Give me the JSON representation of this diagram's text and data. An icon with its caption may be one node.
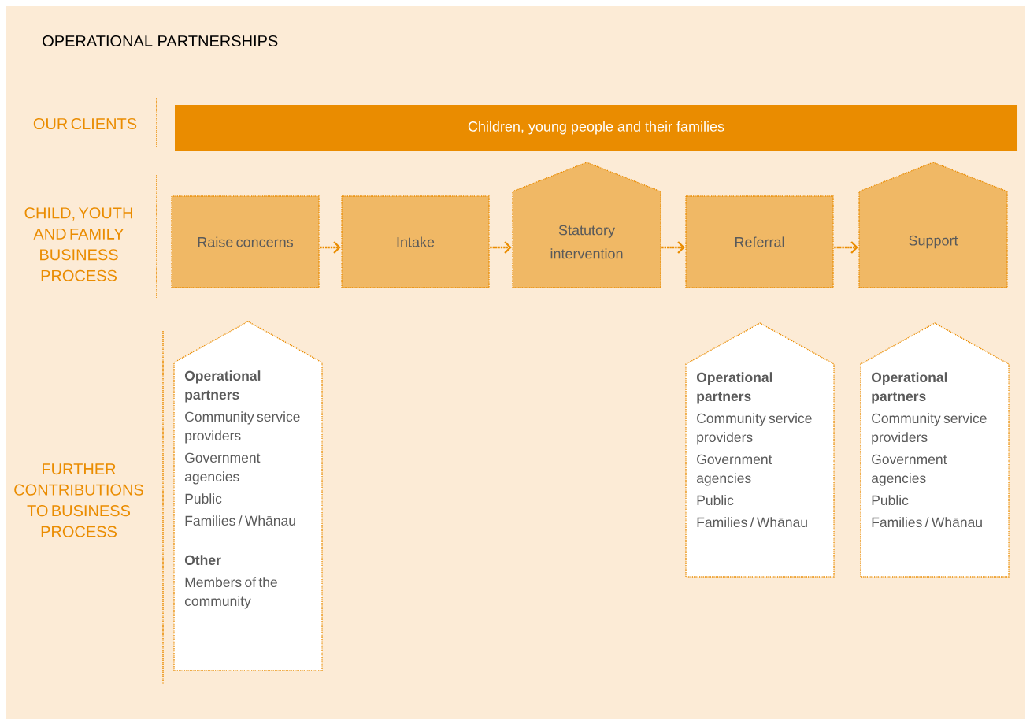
{
  "diagram": {
    "title": "OPERATIONAL PARTNERSHIPS",
    "nodes": [
      {
        "text": [
          "Children, young people and their families"
        ]
      },
      {
        "text": [
          "Raise concerns"
        ]
      },
      {
        "text": [
          "Intake"
        ]
      },
      {
        "text": [
          "Statutory intervention"
        ]
      },
      {
        "text": [
          "Referral"
        ]
      },
      {
        "text": [
          "Support"
        ]
      },
      {
        "text": [
          "Operational partners",
          "Community service providers",
          "Government agencies",
          "Public",
          "Families / Whānau",
          "Other",
          "Members of the community"
        ]
      },
      {
        "text": [
          "Operational partners",
          "Community service providers",
          "Government agencies",
          "Public",
          "Families / Whānau"
        ]
      },
      {
        "text": [
          "Operational partners",
          "Community service providers",
          "Government agencies",
          "Public",
          "Families / Whānau"
        ]
      }
    ],
    "edges": [
      {
        "from": 1,
        "to": 2,
        "arrow": "to"
      },
      {
        "from": 2,
        "to": 3,
        "arrow": "to"
      },
      {
        "from": 3,
        "to": 4,
        "arrow": "to"
      },
      {
        "from": 4,
        "to": 5,
        "arrow": "to"
      }
    ],
    "labels": [
      "OUR CLIENTS",
      "CHILD, YOUTH AND FAMILY BUSINESS PROCESS",
      "FURTHER CONTRIBUTIONS TO BUSINESS PROCESS"
    ]
  }
}
